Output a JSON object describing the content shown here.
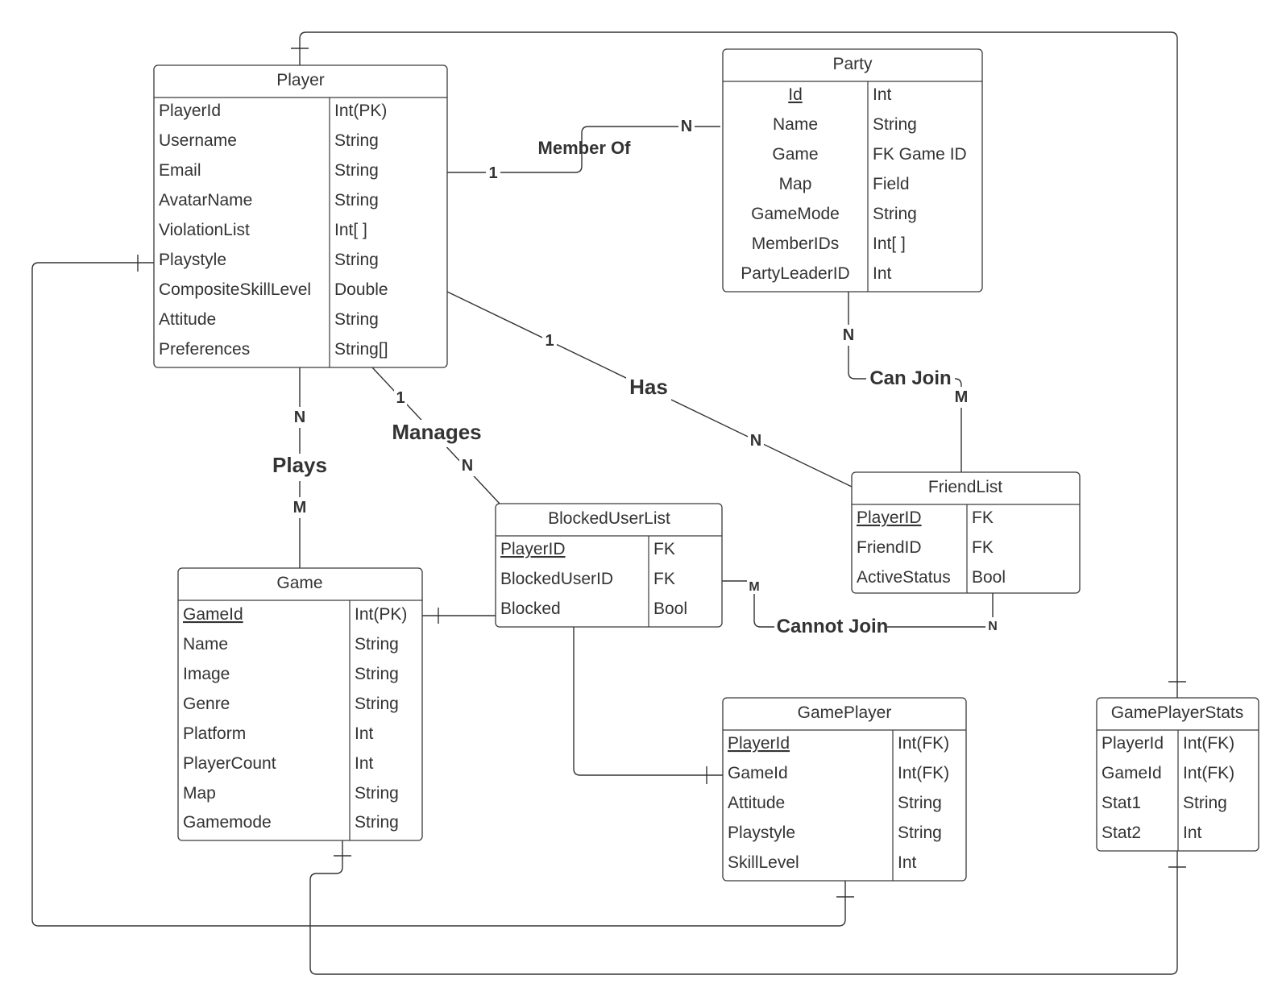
{
  "entities": {
    "player": {
      "title": "Player",
      "rows": [
        {
          "name": "PlayerId",
          "type": "Int(PK)"
        },
        {
          "name": "Username",
          "type": "String"
        },
        {
          "name": "Email",
          "type": "String"
        },
        {
          "name": "AvatarName",
          "type": "String"
        },
        {
          "name": "ViolationList",
          "type": "Int[ ]"
        },
        {
          "name": "Playstyle",
          "type": "String"
        },
        {
          "name": "CompositeSkillLevel",
          "type": "Double"
        },
        {
          "name": "Attitude",
          "type": "String"
        },
        {
          "name": "Preferences",
          "type": "String[]"
        }
      ]
    },
    "party": {
      "title": "Party",
      "rows": [
        {
          "name": "Id",
          "type": "Int"
        },
        {
          "name": "Name",
          "type": "String"
        },
        {
          "name": "Game",
          "type": "FK Game ID"
        },
        {
          "name": "Map",
          "type": "Field"
        },
        {
          "name": "GameMode",
          "type": "String"
        },
        {
          "name": "MemberIDs",
          "type": "Int[ ]"
        },
        {
          "name": "PartyLeaderID",
          "type": "Int"
        }
      ]
    },
    "game": {
      "title": "Game",
      "rows": [
        {
          "name": "GameId",
          "type": "Int(PK)"
        },
        {
          "name": "Name",
          "type": "String"
        },
        {
          "name": "Image",
          "type": "String"
        },
        {
          "name": "Genre",
          "type": "String"
        },
        {
          "name": "Platform",
          "type": "Int"
        },
        {
          "name": "PlayerCount",
          "type": "Int"
        },
        {
          "name": "Map",
          "type": "String"
        },
        {
          "name": "Gamemode",
          "type": "String"
        }
      ]
    },
    "blocked_user_list": {
      "title": "BlockedUserList",
      "rows": [
        {
          "name": "PlayerID",
          "type": "FK"
        },
        {
          "name": "BlockedUserID",
          "type": "FK"
        },
        {
          "name": "Blocked",
          "type": "Bool"
        }
      ]
    },
    "friend_list": {
      "title": "FriendList",
      "rows": [
        {
          "name": "PlayerID",
          "type": "FK"
        },
        {
          "name": "FriendID",
          "type": "FK"
        },
        {
          "name": "ActiveStatus",
          "type": "Bool"
        }
      ]
    },
    "game_player": {
      "title": "GamePlayer",
      "rows": [
        {
          "name": "PlayerId",
          "type": "Int(FK)"
        },
        {
          "name": "GameId",
          "type": "Int(FK)"
        },
        {
          "name": "Attitude",
          "type": "String"
        },
        {
          "name": "Playstyle",
          "type": "String"
        },
        {
          "name": "SkillLevel",
          "type": "Int"
        }
      ]
    },
    "game_player_stats": {
      "title": "GamePlayerStats",
      "rows": [
        {
          "name": "PlayerId",
          "type": "Int(FK)"
        },
        {
          "name": "GameId",
          "type": "Int(FK)"
        },
        {
          "name": "Stat1",
          "type": "String"
        },
        {
          "name": "Stat2",
          "type": "Int"
        }
      ]
    }
  },
  "relationships": {
    "member_of": {
      "label": "Member Of",
      "card_player": "1",
      "card_party": "N"
    },
    "has": {
      "label": "Has",
      "card_player": "1",
      "card_friendlist": "N"
    },
    "can_join": {
      "label": "Can Join",
      "card_party": "N",
      "card_friendlist": "M"
    },
    "manages": {
      "label": "Manages",
      "card_player": "1",
      "card_blocked": "N"
    },
    "plays": {
      "label": "Plays",
      "card_player": "N",
      "card_game": "M"
    },
    "cannot_join": {
      "label": "Cannot Join",
      "card_blocked": "M",
      "card_friendlist": "N"
    }
  }
}
